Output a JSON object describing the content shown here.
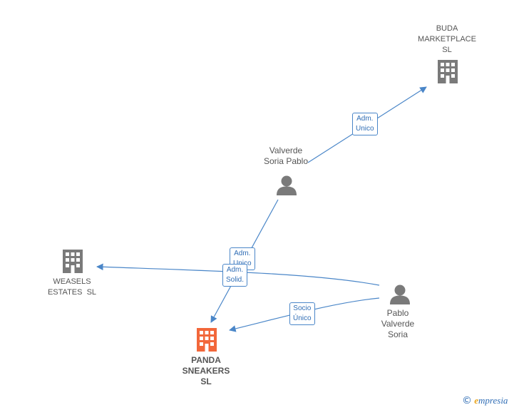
{
  "nodes": {
    "buda": {
      "label_lines": [
        "BUDA",
        "MARKETPLACE",
        "SL"
      ],
      "icon": "building-icon"
    },
    "valverde_soria_pablo": {
      "label_lines": [
        "Valverde",
        "Soria Pablo"
      ],
      "icon": "person-icon"
    },
    "weasels": {
      "label_lines": [
        "WEASELS",
        "ESTATES  SL"
      ],
      "icon": "building-icon"
    },
    "panda": {
      "label_lines": [
        "PANDA",
        "SNEAKERS",
        "SL"
      ],
      "icon": "building-icon"
    },
    "pablo_valverde_soria": {
      "label_lines": [
        "Pablo",
        "Valverde",
        "Soria"
      ],
      "icon": "person-icon"
    }
  },
  "edges": {
    "adm_unico_buda": {
      "label_lines": [
        "Adm.",
        "Unico"
      ]
    },
    "adm_unico_panda": {
      "label_lines": [
        "Adm.",
        "Unico"
      ]
    },
    "adm_solid": {
      "label_lines": [
        "Adm.",
        "Solid."
      ]
    },
    "socio_unico": {
      "label_lines": [
        "Socio",
        "Único"
      ]
    }
  },
  "colors": {
    "edge": "#4a86c8",
    "node_grey": "#7a7a7a",
    "main_company": "#f2673a"
  },
  "brand": {
    "copyright": "©",
    "initial": "e",
    "name": "mpresia"
  }
}
